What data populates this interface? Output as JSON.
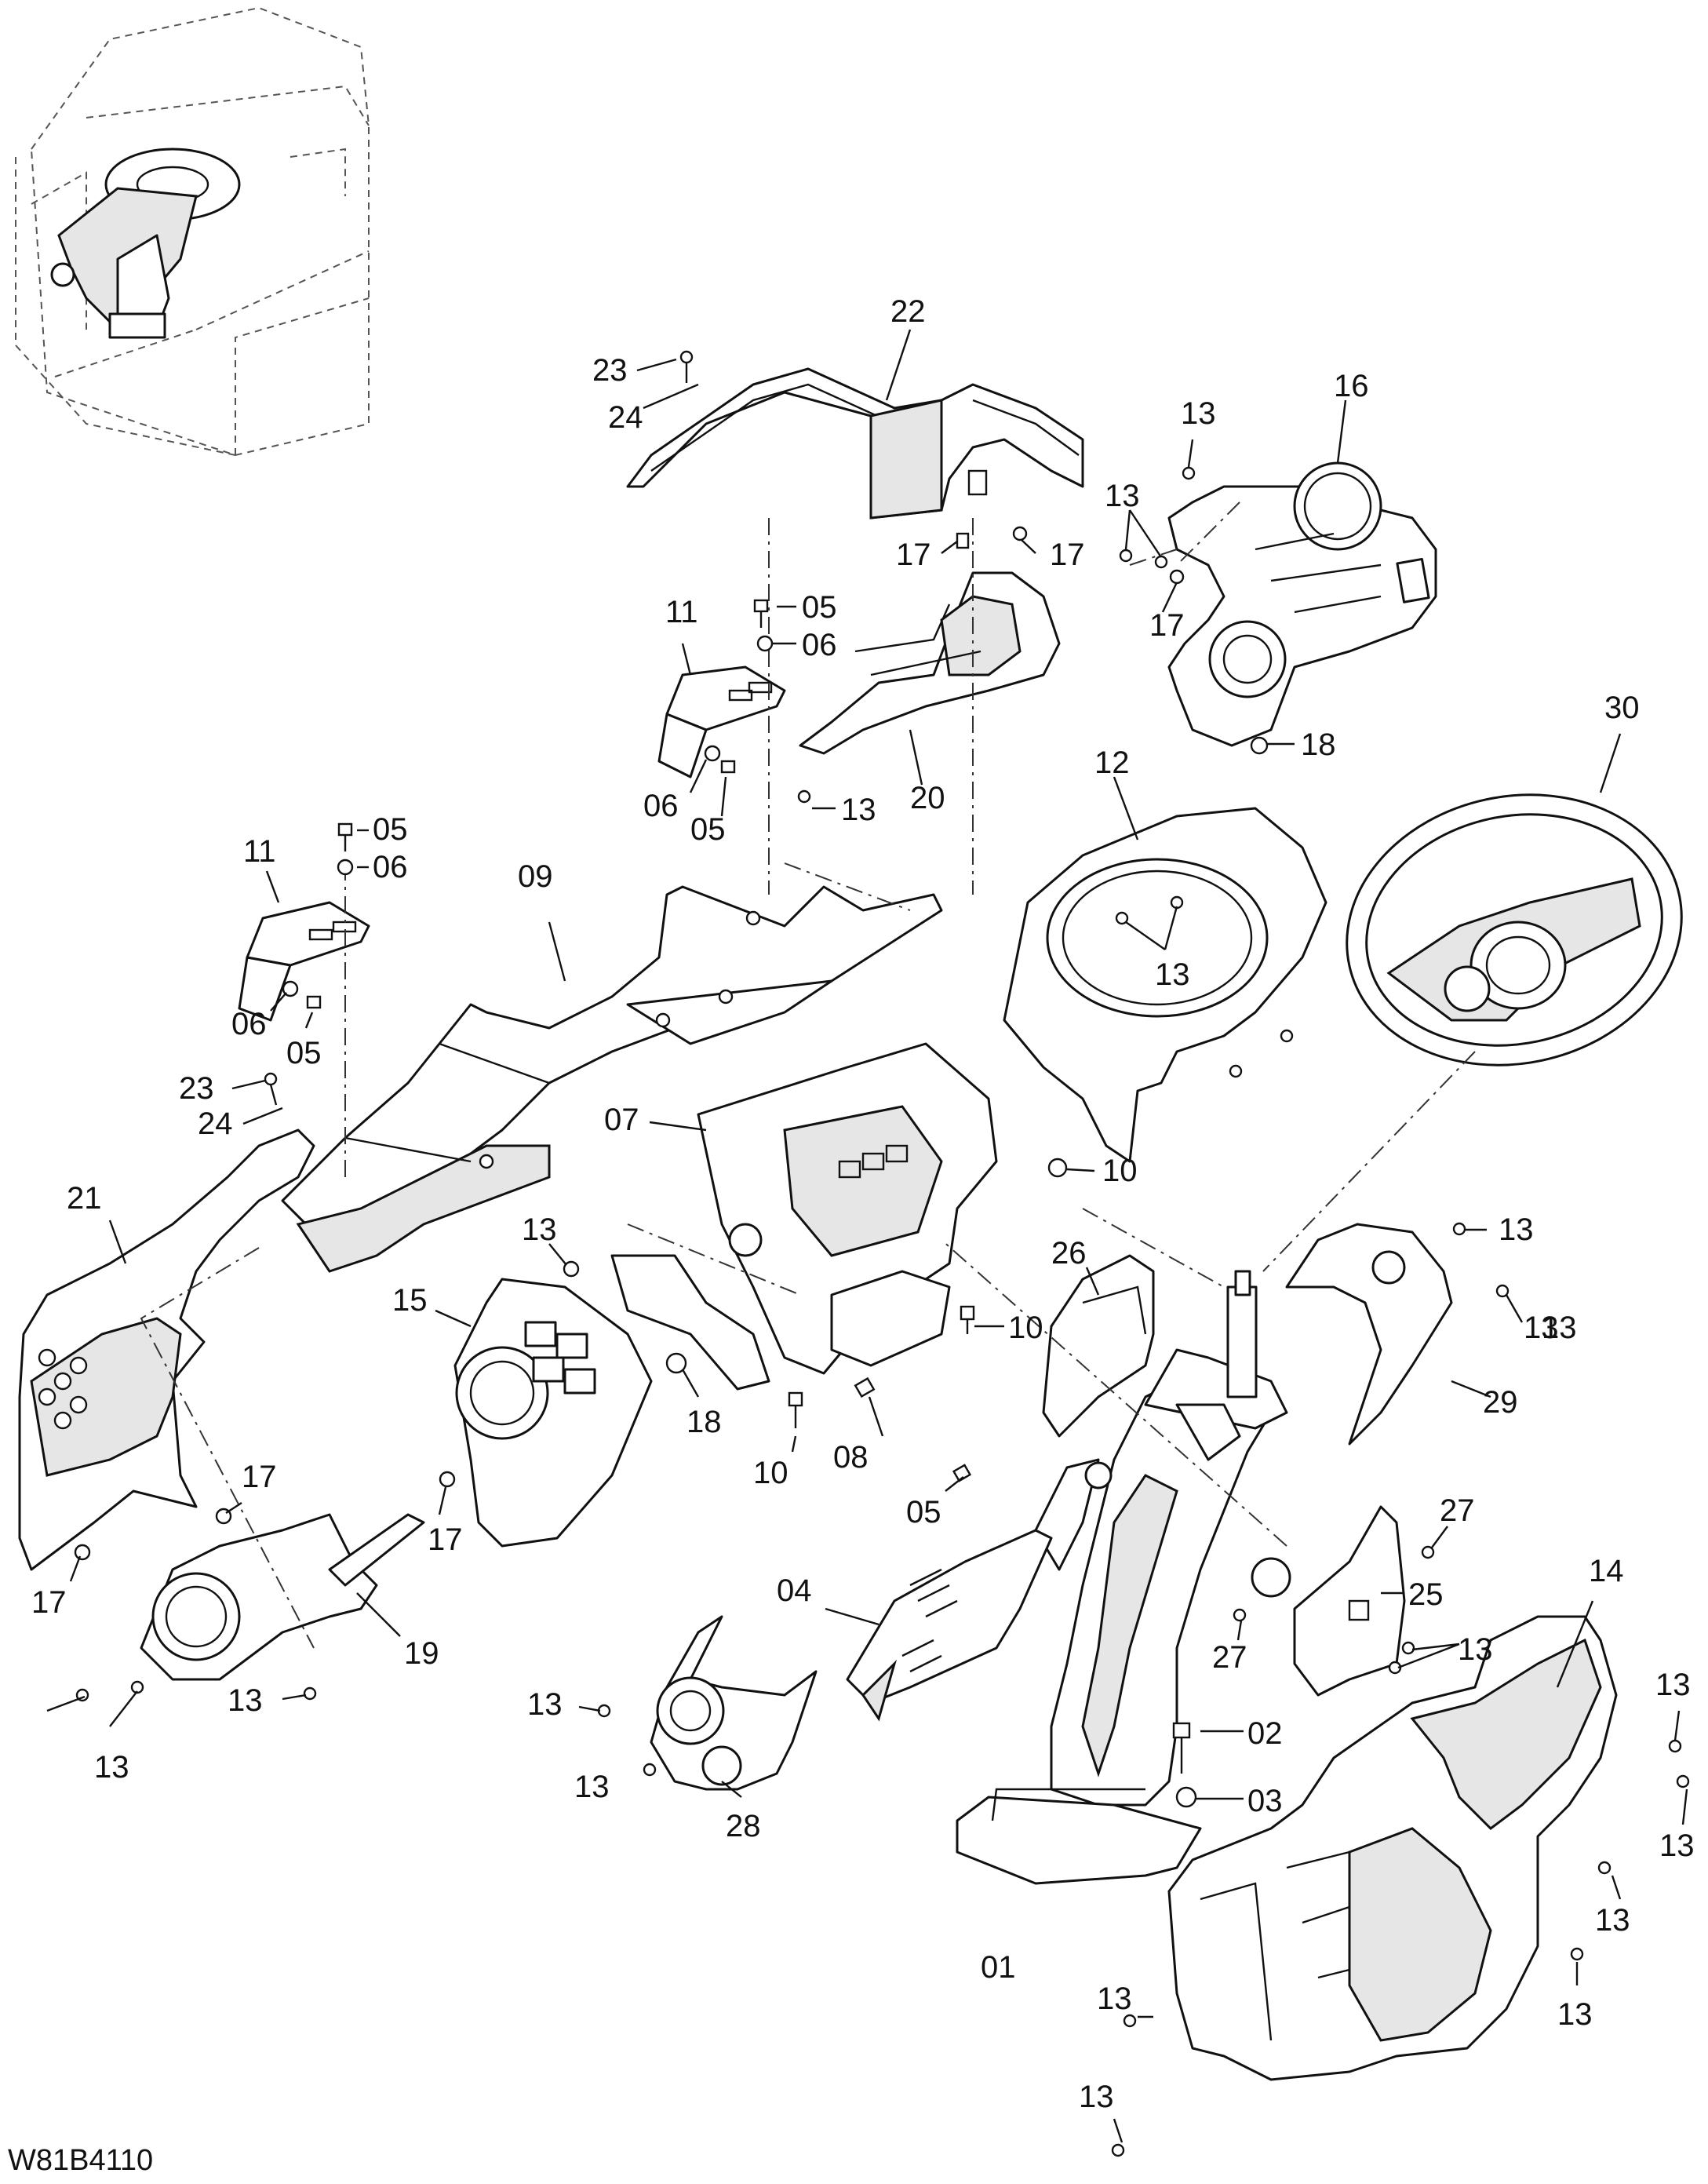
{
  "drawing_code": "W81B4110",
  "callouts": [
    {
      "id": "c22",
      "text": "22"
    },
    {
      "id": "c23a",
      "text": "23"
    },
    {
      "id": "c24a",
      "text": "24"
    },
    {
      "id": "c16",
      "text": "16"
    },
    {
      "id": "c13a",
      "text": "13"
    },
    {
      "id": "c13b",
      "text": "13"
    },
    {
      "id": "c17a",
      "text": "17"
    },
    {
      "id": "c17b",
      "text": "17"
    },
    {
      "id": "c17c",
      "text": "17"
    },
    {
      "id": "c11a",
      "text": "11"
    },
    {
      "id": "c05a",
      "text": "05"
    },
    {
      "id": "c06a",
      "text": "06"
    },
    {
      "id": "c06b",
      "text": "06"
    },
    {
      "id": "c05b",
      "text": "05"
    },
    {
      "id": "c13c",
      "text": "13"
    },
    {
      "id": "c20",
      "text": "20"
    },
    {
      "id": "c18a",
      "text": "18"
    },
    {
      "id": "c30",
      "text": "30"
    },
    {
      "id": "c12",
      "text": "12"
    },
    {
      "id": "c13d",
      "text": "13"
    },
    {
      "id": "c11b",
      "text": "11"
    },
    {
      "id": "c05c",
      "text": "05"
    },
    {
      "id": "c06c",
      "text": "06"
    },
    {
      "id": "c09",
      "text": "09"
    },
    {
      "id": "c06d",
      "text": "06"
    },
    {
      "id": "c05d",
      "text": "05"
    },
    {
      "id": "c23b",
      "text": "23"
    },
    {
      "id": "c24b",
      "text": "24"
    },
    {
      "id": "c07",
      "text": "07"
    },
    {
      "id": "c10a",
      "text": "10"
    },
    {
      "id": "c13e",
      "text": "13"
    },
    {
      "id": "c21",
      "text": "21"
    },
    {
      "id": "c13f",
      "text": "13"
    },
    {
      "id": "c26",
      "text": "26"
    },
    {
      "id": "c13g",
      "text": "13"
    },
    {
      "id": "c13h",
      "text": "13"
    },
    {
      "id": "c15",
      "text": "15"
    },
    {
      "id": "c10b",
      "text": "10"
    },
    {
      "id": "c29",
      "text": "29"
    },
    {
      "id": "c18b",
      "text": "18"
    },
    {
      "id": "c10c",
      "text": "10"
    },
    {
      "id": "c08",
      "text": "08"
    },
    {
      "id": "c17d",
      "text": "17"
    },
    {
      "id": "c17e",
      "text": "17"
    },
    {
      "id": "c05e",
      "text": "05"
    },
    {
      "id": "c27a",
      "text": "27"
    },
    {
      "id": "c17f",
      "text": "17"
    },
    {
      "id": "c04",
      "text": "04"
    },
    {
      "id": "c25",
      "text": "25"
    },
    {
      "id": "c14",
      "text": "14"
    },
    {
      "id": "c19",
      "text": "19"
    },
    {
      "id": "c27b",
      "text": "27"
    },
    {
      "id": "c13i",
      "text": "13"
    },
    {
      "id": "c13j",
      "text": "13"
    },
    {
      "id": "c13k",
      "text": "13"
    },
    {
      "id": "c02",
      "text": "02"
    },
    {
      "id": "c13l",
      "text": "13"
    },
    {
      "id": "c13m",
      "text": "13"
    },
    {
      "id": "c03",
      "text": "03"
    },
    {
      "id": "c13n",
      "text": "13"
    },
    {
      "id": "c28",
      "text": "28"
    },
    {
      "id": "c13o",
      "text": "13"
    },
    {
      "id": "c01",
      "text": "01"
    },
    {
      "id": "c13p",
      "text": "13"
    },
    {
      "id": "c13q",
      "text": "13"
    },
    {
      "id": "c13r",
      "text": "13"
    },
    {
      "id": "c13s",
      "text": "13"
    }
  ]
}
